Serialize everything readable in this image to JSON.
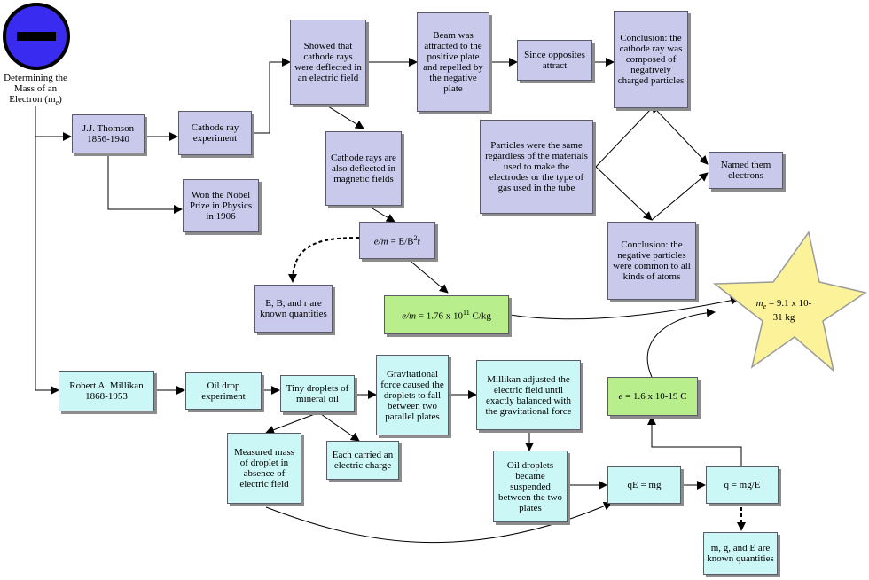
{
  "title": "Determining the Mass of an Electron (m",
  "title_sub": "e",
  "title_close": ")",
  "colors": {
    "purple_box": "#c9c9ec",
    "cyan_box": "#ccf7f7",
    "green_box": "#b8ee8c",
    "star": "#fbf29a",
    "logo": "#3a2bf0"
  },
  "nodes": {
    "jj_thomson": "J.J. Thomson 1856-1940",
    "cathode_ray_experiment": "Cathode ray experiment",
    "nobel": "Won the Nobel Prize in Physics in 1906",
    "deflected_electric": "Showed that cathode rays were deflected in an electric field",
    "beam_attracted": "Beam was attracted to the positive plate and repelled by the negative plate",
    "opposites_attract": "Since opposites attract",
    "conclusion_negative": "Conclusion: the cathode ray was composed of negatively charged particles",
    "particles_same": "Particles were the same regardless of the materials used to make the electrodes or the type of gas used in the tube",
    "named_electrons": "Named them electrons",
    "conclusion_common": "Conclusion: the negative particles were common to all kinds of atoms",
    "deflected_magnetic": "Cathode rays are also deflected in magnetic fields",
    "em_formula_lhs": "e/m",
    "em_formula_rhs": " = E/B",
    "em_formula_exp": "2",
    "em_formula_end": "r",
    "ebr_known": "E, B, and r are known quantities",
    "em_value_lhs": "e/m",
    "em_value_mid": " = 1.76 x 10",
    "em_value_exp": "11",
    "em_value_end": " C/kg",
    "millikan": "Robert A. Millikan 1868-1953",
    "oil_drop": "Oil drop experiment",
    "tiny_droplets": "Tiny droplets of mineral oil",
    "gravitational": "Gravitational force caused the droplets to fall between two parallel plates",
    "adjusted_field": "Millikan adjusted the electric field until exactly balanced with the gravitational force",
    "measured_mass": "Measured mass of droplet in absence of electric field",
    "electric_charge": "Each carried an electric charge",
    "suspended": "Oil droplets became suspended between the two plates",
    "qe_mg": "qE = mg",
    "q_mg_e": "q = mg/E",
    "mge_known": "m, g, and E are known quantities",
    "e_value_lhs": "e",
    "e_value_rhs": " = 1.6 x 10-19 C",
    "me_lhs": "m",
    "me_sub": "e",
    "me_rhs": " = 9.1 x 10-31 kg"
  }
}
